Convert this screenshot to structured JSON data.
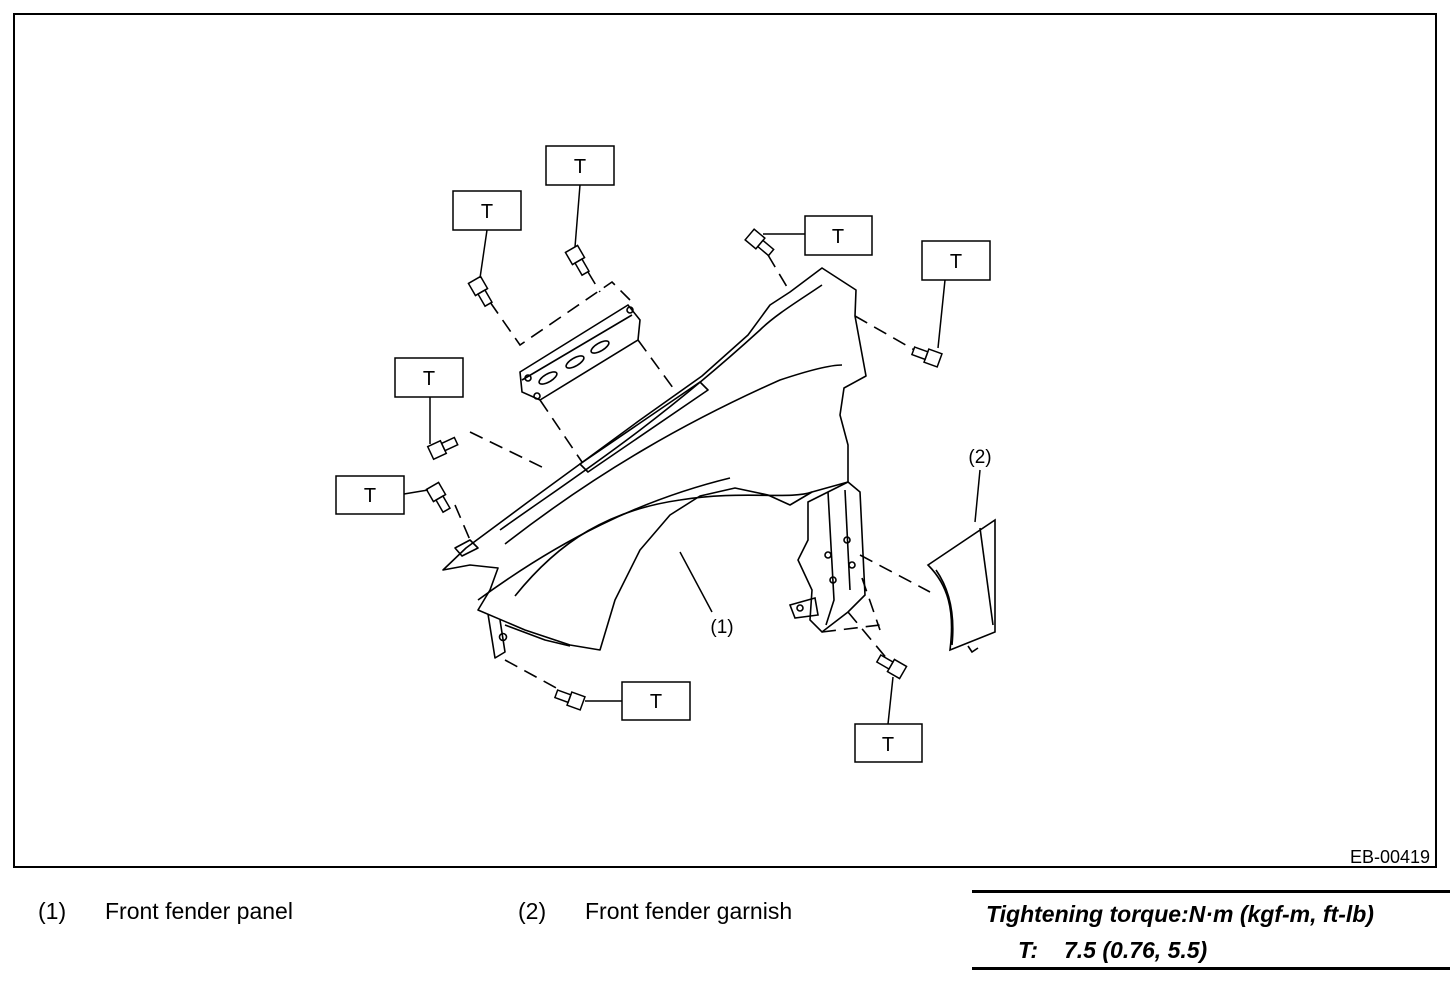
{
  "diagram": {
    "code": "EB-00419",
    "callouts": {
      "fender_panel": "(1)",
      "fender_garnish": "(2)"
    },
    "torque_tag": "T"
  },
  "legend": [
    {
      "num": "(1)",
      "label": "Front fender panel"
    },
    {
      "num": "(2)",
      "label": "Front fender garnish"
    }
  ],
  "torque": {
    "title": "Tightening torque:N·m (kgf-m, ft-lb)",
    "symbol": "T:",
    "value": "7.5 (0.76, 5.5)"
  }
}
